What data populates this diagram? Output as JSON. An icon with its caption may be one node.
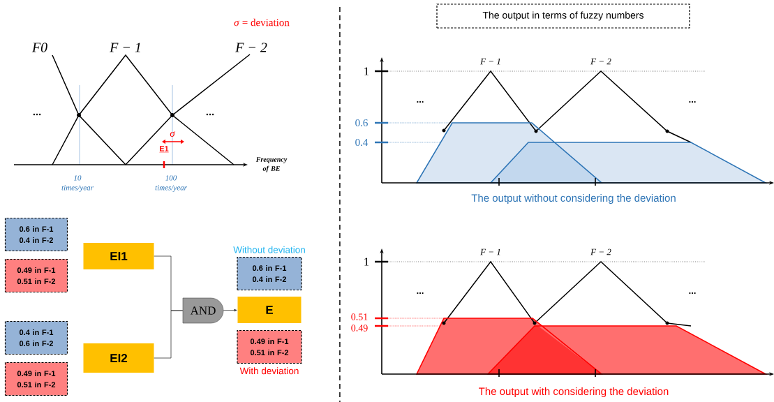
{
  "diagram": {
    "nodes": [
      {
        "text": [
          "The output in terms of fuzzy numbers"
        ]
      },
      {
        "text": [
          "0.6 in F-1 0.4 in F-2"
        ]
      },
      {
        "text": [
          "0.49 in F-1 0.51 in F-2"
        ]
      },
      {
        "text": [
          "0.4 in F-1 0.6 in F-2"
        ]
      },
      {
        "text": [
          "0.49 in F-1 0.51 in F-2"
        ]
      },
      {
        "text": [
          "EI1"
        ]
      },
      {
        "text": [
          "EI2"
        ]
      },
      {
        "text": [
          "AND"
        ]
      },
      {
        "text": [
          "0.6 in F-1 0.4 in F-2"
        ],
        "beside": [
          "Without deviation"
        ]
      },
      {
        "text": [
          "E"
        ]
      },
      {
        "text": [
          "0.49 in F-1 0.51 in F-2"
        ],
        "beside": [
          "With deviation"
        ]
      }
    ],
    "edges": [
      {
        "from": 5,
        "to": 7,
        "arrow": "none"
      },
      {
        "from": 6,
        "to": 7,
        "arrow": "none"
      },
      {
        "from": 7,
        "to": 9,
        "arrow": "to"
      }
    ],
    "labels": [
      "*σ* = deviation",
      "F0",
      "F − 1",
      "F − 2",
      "...",
      "...",
      "σ",
      "E1",
      "Frequency of BE",
      "10 times/year",
      "100 times/year",
      "F − 1",
      "F − 2",
      "1",
      "...",
      "...",
      "0.6",
      "0.4",
      "The output without considering the deviation",
      "F − 1",
      "F − 2",
      "1",
      "...",
      "...",
      "0.51",
      "0.49",
      "The output with considering the deviation"
    ]
  }
}
